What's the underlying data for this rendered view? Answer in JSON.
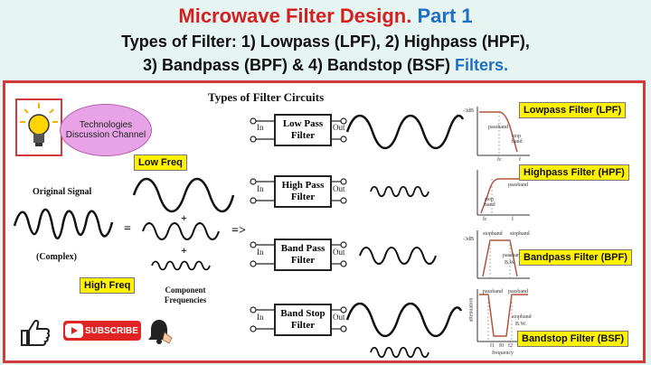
{
  "header": {
    "title_main": "Microwave Filter Design.",
    "title_part": "Part 1",
    "line2": "Types of Filter: 1) Lowpass (LPF), 2) Highpass (HPF),",
    "line3_main": "3) Bandpass (BPF) & 4) Bandstop (BSF)",
    "line3_tail": "Filters."
  },
  "diagram": {
    "title": "Types of Filter Circuits",
    "channel_bubble": "Technologies Discussion Channel",
    "low_freq": "Low Freq",
    "high_freq": "High Freq",
    "original_signal": "Original Signal",
    "complex": "(Complex)",
    "component_freq": "Component Frequencies",
    "equals": "=",
    "arrow": "=>",
    "plus1": "+",
    "plus2": "+",
    "subscribe": "SUBSCRIBE",
    "in_label": "In",
    "out_label": "Out",
    "filters": [
      {
        "box": "Low Pass Filter",
        "tag": "Lowpass Filter (LPF)"
      },
      {
        "box": "High Pass Filter",
        "tag": "Highpass Filter (HPF)"
      },
      {
        "box": "Band Pass Filter",
        "tag": "Bandpass Filter (BPF)"
      },
      {
        "box": "Band Stop Filter",
        "tag": "Bandstop Filter (BSF)"
      }
    ],
    "graph_labels": {
      "db3": "-3dB",
      "passband": "passband",
      "stopband": "stopband",
      "stop_band": "stop band",
      "bw": "B.W.",
      "fc": "fc",
      "f": "f",
      "frequency": "frequency",
      "attenuation": "attenuation",
      "f1": "f1",
      "f0": "f0",
      "f2": "f2"
    },
    "colors": {
      "red": "#d42020",
      "blue": "#1f6fc4",
      "yellow": "#fff200",
      "brown": "#b0553a",
      "pink": "#e8a3e6"
    }
  }
}
